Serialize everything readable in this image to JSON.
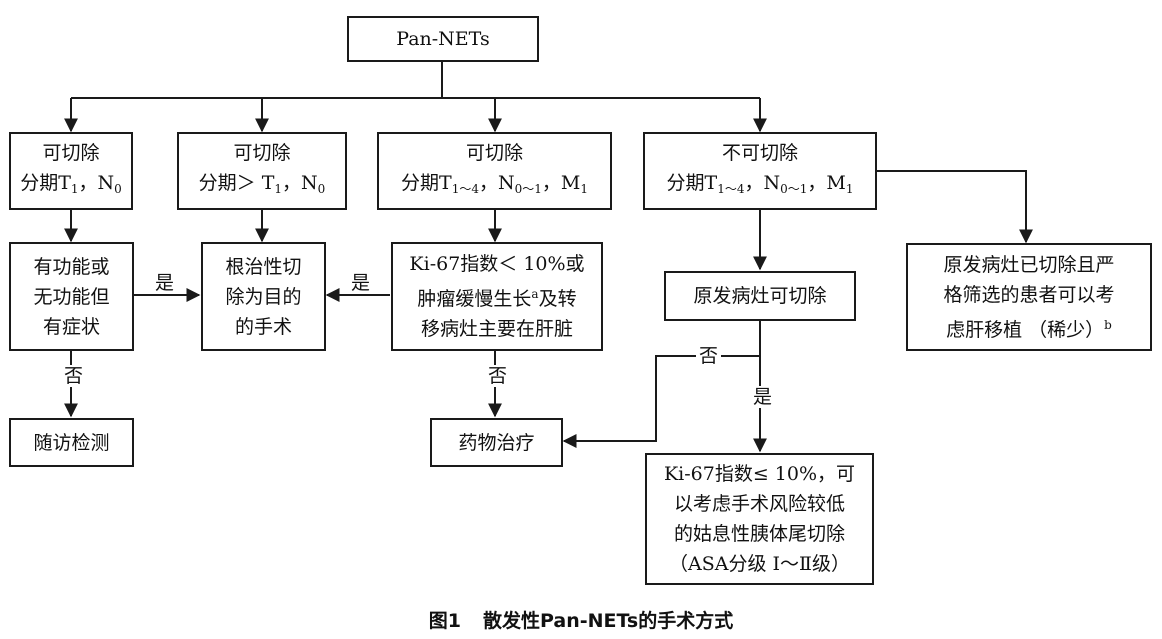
{
  "nodes": {
    "root": "Pan-NETs",
    "resect_t1": {
      "l1": "可切除",
      "l2_pre": "分期T",
      "l2_s1": "1",
      "l2_mid": "，N",
      "l2_s2": "0"
    },
    "resect_gt_t1": {
      "l1": "可切除",
      "l2_pre": "分期＞ T",
      "l2_s1": "1",
      "l2_mid": "，N",
      "l2_s2": "0"
    },
    "resect_m1": {
      "l1": "可切除",
      "l2_pre": "分期T",
      "l2_s1": "1～4",
      "l2_mid": "，N",
      "l2_s2": "0～1",
      "l2_post": "，M",
      "l2_s3": "1"
    },
    "unresect": {
      "l1": "不可切除",
      "l2_pre": "分期T",
      "l2_s1": "1～4",
      "l2_mid": "，N",
      "l2_s2": "0～1",
      "l2_post": "，M",
      "l2_s3": "1"
    },
    "functional": {
      "l1": "有功能或",
      "l2": "无功能但",
      "l3": "有症状"
    },
    "radical": {
      "l1": "根治性切",
      "l2": "除为目的",
      "l3": "的手术"
    },
    "ki67_low": {
      "l1": "Ki-67指数＜ 10%或",
      "l2_pre": "肿瘤缓慢生长",
      "l2_sup": "a",
      "l2_post": "及转",
      "l3": "移病灶主要在肝脏"
    },
    "primary_resectable": "原发病灶可切除",
    "liver_transplant": {
      "l1": "原发病灶已切除且严",
      "l2": "格筛选的患者可以考",
      "l3": "虑肝移植 （稀少）",
      "l3_sup": "b"
    },
    "follow_up": "随访检测",
    "drug": "药物治疗",
    "distal": {
      "l1": "Ki-67指数≤ 10%，可",
      "l2": "以考虑手术风险较低",
      "l3": "的姑息性胰体尾切除",
      "l4": "（ASA分级 Ⅰ～Ⅱ级）"
    }
  },
  "edge_labels": {
    "yes_functional": "是",
    "yes_ki67": "是",
    "no_functional": "否",
    "no_ki67": "否",
    "no_primary": "否",
    "yes_primary": "是"
  },
  "caption": {
    "number": "图1",
    "title": "散发性Pan-NETs的手术方式"
  }
}
